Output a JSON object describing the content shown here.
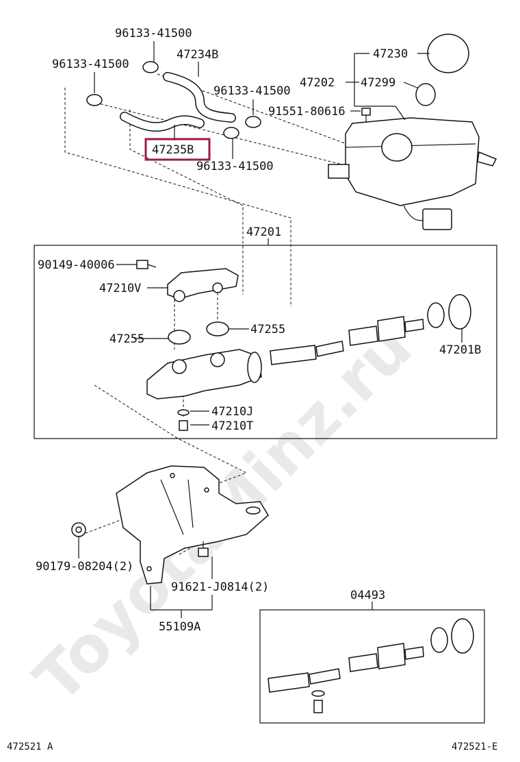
{
  "watermark": "ToyotaMinz.ru",
  "labels": {
    "clip_top": "96133-41500",
    "clip_left": "96133-41500",
    "clip_right": "96133-41500",
    "clip_bottom": "96133-41500",
    "hose_upper": "47234B",
    "hose_lower": "47235B",
    "reservoir_assy": "47202",
    "cap": "47230",
    "strainer": "47299",
    "screw": "91551-80616",
    "master_cyl_assy": "47201",
    "bolt": "90149-40006",
    "union": "47210V",
    "grommet_left": "47255",
    "grommet_right": "47255",
    "kit_b": "47201B",
    "gasket_j": "47210J",
    "bleeder_t": "47210T",
    "nut": "90179-08204(2)",
    "bolt_bracket": "91621-J0814(2)",
    "bracket": "55109A",
    "repair_kit": "04493"
  },
  "footer": {
    "left": "472521 A",
    "right": "472521-E"
  }
}
